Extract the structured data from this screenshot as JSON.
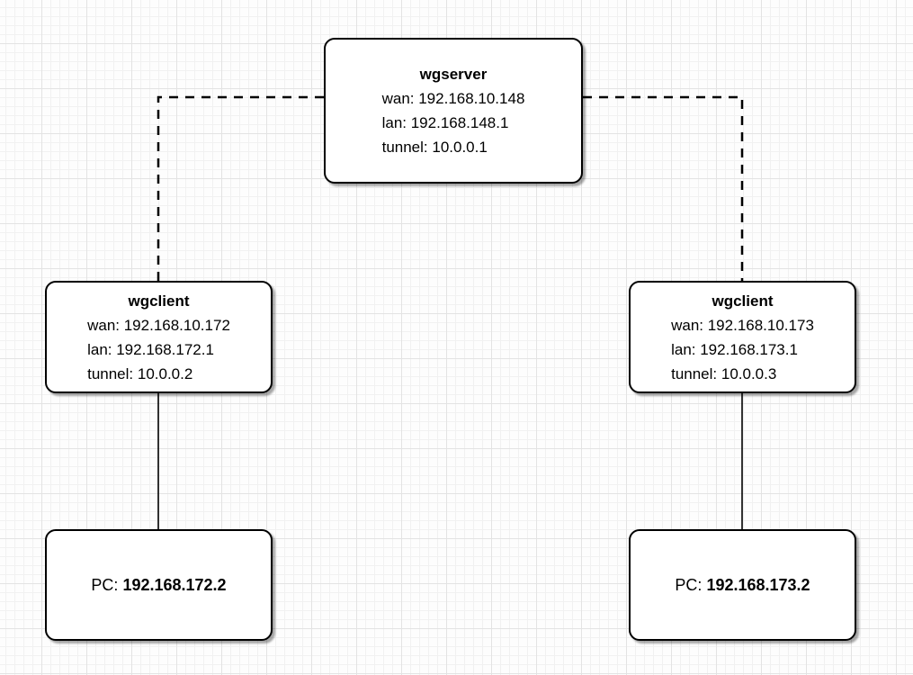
{
  "diagram": {
    "server": {
      "title": "wgserver",
      "wan": "wan: 192.168.10.148",
      "lan": "lan: 192.168.148.1",
      "tunnel": "tunnel: 10.0.0.1"
    },
    "client_left": {
      "title": "wgclient",
      "wan": "wan: 192.168.10.172",
      "lan": "lan: 192.168.172.1",
      "tunnel": "tunnel: 10.0.0.2"
    },
    "client_right": {
      "title": "wgclient",
      "wan": "wan: 192.168.10.173",
      "lan": "lan: 192.168.173.1",
      "tunnel": "tunnel: 10.0.0.3"
    },
    "pc_left": {
      "label": "PC:",
      "ip": "192.168.172.2"
    },
    "pc_right": {
      "label": "PC:",
      "ip": "192.168.173.2"
    },
    "colors": {
      "node_fill": "#ffffff",
      "node_border": "#000000",
      "edge": "#000000"
    }
  }
}
